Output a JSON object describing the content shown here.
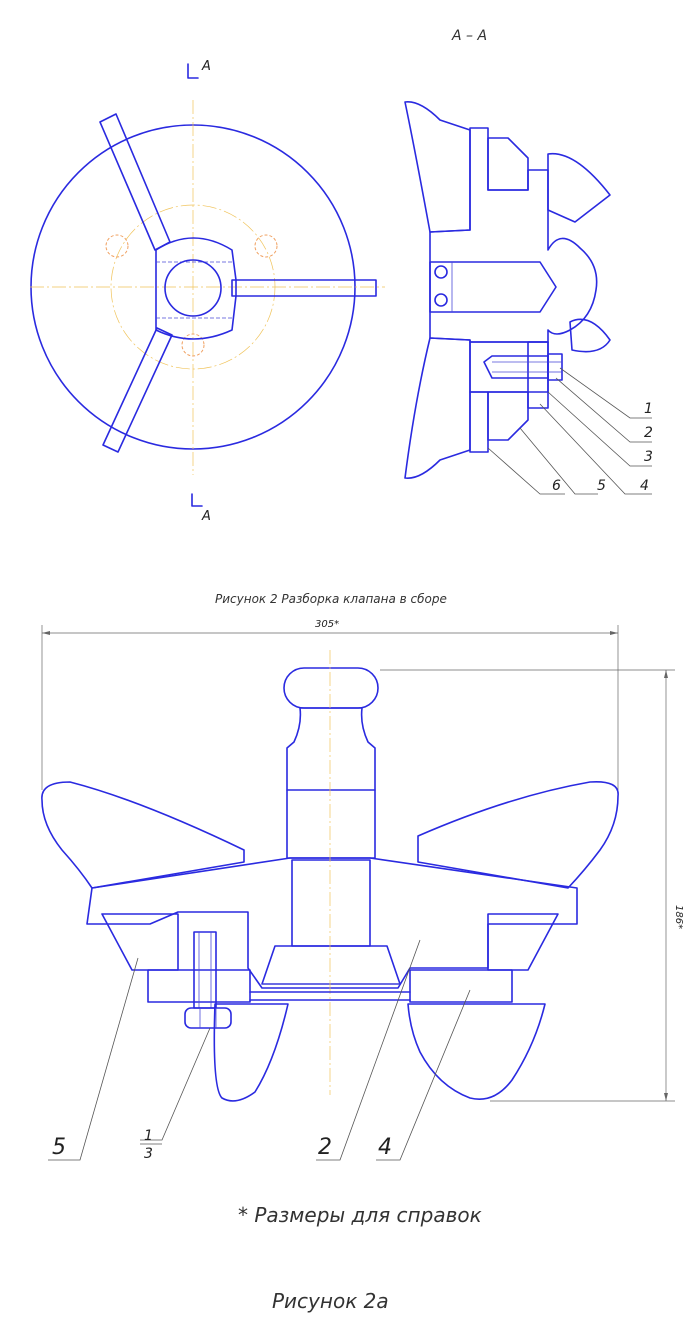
{
  "section_title": "A – A",
  "section_marker": "A",
  "caption_top": "Рисунок 2 Разборка клапана в сборе",
  "caption_bottom": "Рисунок 2а",
  "note": "* Размеры для справок",
  "dimensions": {
    "width": "305*",
    "height": "186*"
  },
  "section_callouts": [
    "1",
    "2",
    "3",
    "4",
    "5",
    "6"
  ],
  "bottom_callouts": {
    "left": "5",
    "bolt_top": "1",
    "bolt_bottom": "3",
    "center": "2",
    "right": "4"
  },
  "colors": {
    "outline": "#2a2ae0",
    "centerline": "#f0c35a",
    "hatch": "#6f6fd0",
    "text": "#333333"
  }
}
